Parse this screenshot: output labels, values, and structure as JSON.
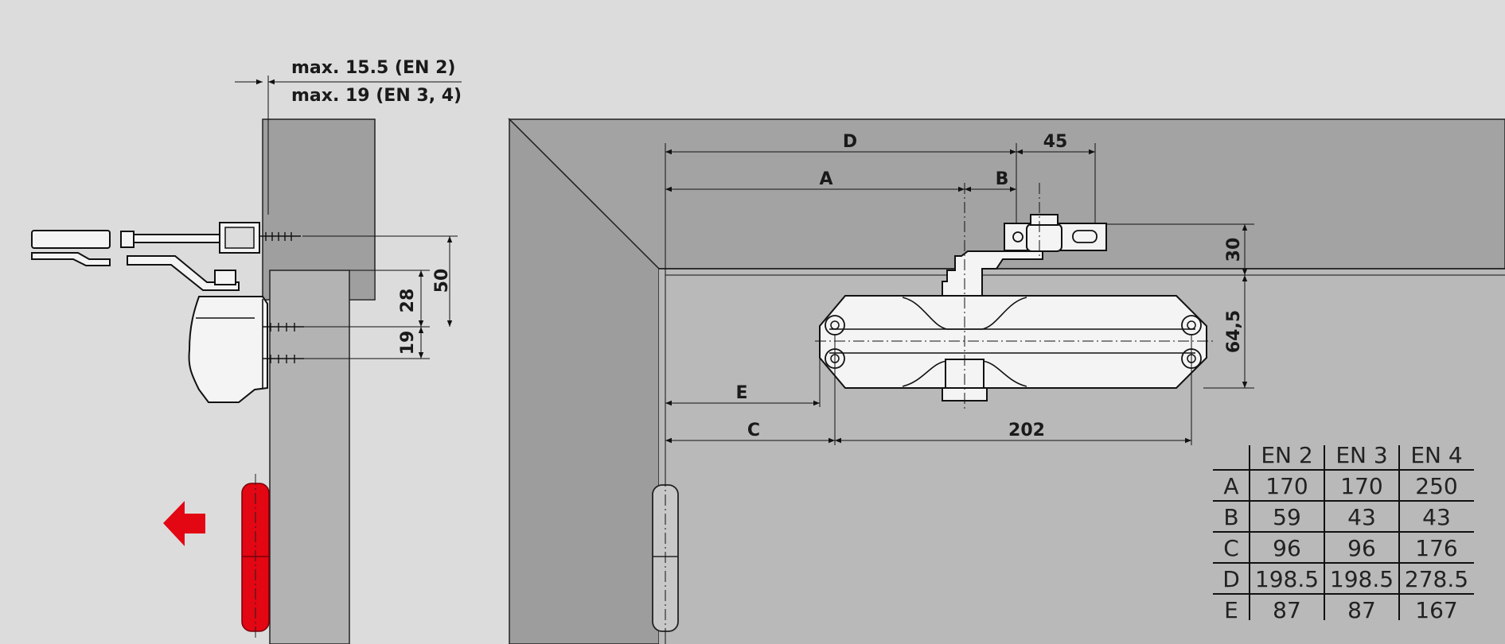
{
  "side_view": {
    "note_line1": "max. 15.5 (EN 2)",
    "note_line2": "max. 19 (EN 3, 4)",
    "dim_50": "50",
    "dim_28": "28",
    "dim_19": "19"
  },
  "front_view": {
    "dim_D": "D",
    "dim_45": "45",
    "dim_A": "A",
    "dim_B": "B",
    "dim_30": "30",
    "dim_64_5": "64,5",
    "dim_E": "E",
    "dim_C": "C",
    "dim_202": "202"
  },
  "table": {
    "columns": [
      "EN 2",
      "EN 3",
      "EN 4"
    ],
    "rows": [
      {
        "label": "A",
        "values": [
          "170",
          "170",
          "250"
        ]
      },
      {
        "label": "B",
        "values": [
          "59",
          "43",
          "43"
        ]
      },
      {
        "label": "C",
        "values": [
          "96",
          "96",
          "176"
        ]
      },
      {
        "label": "D",
        "values": [
          "198.5",
          "198.5",
          "278.5"
        ]
      },
      {
        "label": "E",
        "values": [
          "87",
          "87",
          "167"
        ]
      }
    ]
  },
  "colors": {
    "background": "#dcdcdc",
    "frame_dark": "#9f9f9f",
    "frame_light": "#c0c0c0",
    "door": "#b4b4b4",
    "hinge_red": "#e30613"
  }
}
